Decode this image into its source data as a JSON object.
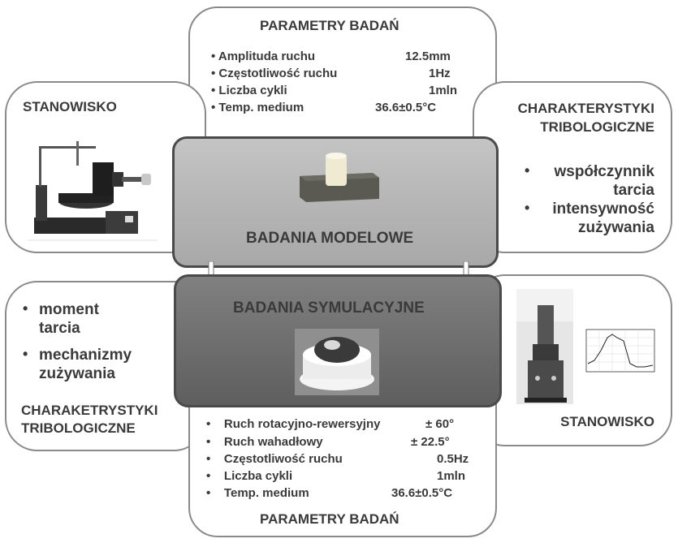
{
  "top": {
    "title": "PARAMETRY BADAŃ",
    "params": [
      {
        "label": "Amplituda ruchu",
        "value": "12.5mm"
      },
      {
        "label": "Częstotliwość ruchu",
        "value": "1Hz"
      },
      {
        "label": "Liczba cykli",
        "value": "1mln"
      },
      {
        "label": "Temp. medium",
        "value": "36.6±0.5°C"
      }
    ]
  },
  "top_left": {
    "title": "STANOWISKO"
  },
  "top_right": {
    "title_line1": "CHARAKTERYSTYKI",
    "title_line2": "TRIBOLOGICZNE",
    "bullets": [
      {
        "line1": "współczynnik",
        "line2": "tarcia"
      },
      {
        "line1": "intensywność",
        "line2": "zużywania"
      }
    ]
  },
  "center_top": {
    "label": "BADANIA MODELOWE"
  },
  "center_bottom": {
    "label": "BADANIA SYMULACYJNE"
  },
  "bottom_left": {
    "bullets": [
      {
        "line1": "moment",
        "line2": "tarcia"
      },
      {
        "line1": "mechanizmy",
        "line2": "zużywania"
      }
    ],
    "title_line1": "CHARAKETRYSTYKI",
    "title_line2": "TRIBOLOGICZNE"
  },
  "bottom_right": {
    "title": "STANOWISKO"
  },
  "bottom": {
    "title": "PARAMETRY BADAŃ",
    "params": [
      {
        "label": "Ruch rotacyjno-rewersyjny",
        "value": "± 60°"
      },
      {
        "label": "Ruch wahadłowy",
        "value": "± 22.5°"
      },
      {
        "label": "Częstotliwość ruchu",
        "value": "0.5Hz"
      },
      {
        "label": "Liczba cykli",
        "value": "1mln"
      },
      {
        "label": "Temp. medium",
        "value": "36.6±0.5°C"
      }
    ]
  },
  "colors": {
    "box_border": "#8a8a8a",
    "core_top": "#b4b4b4",
    "core_bottom": "#6e6e6e",
    "text": "#3a3a3a"
  }
}
